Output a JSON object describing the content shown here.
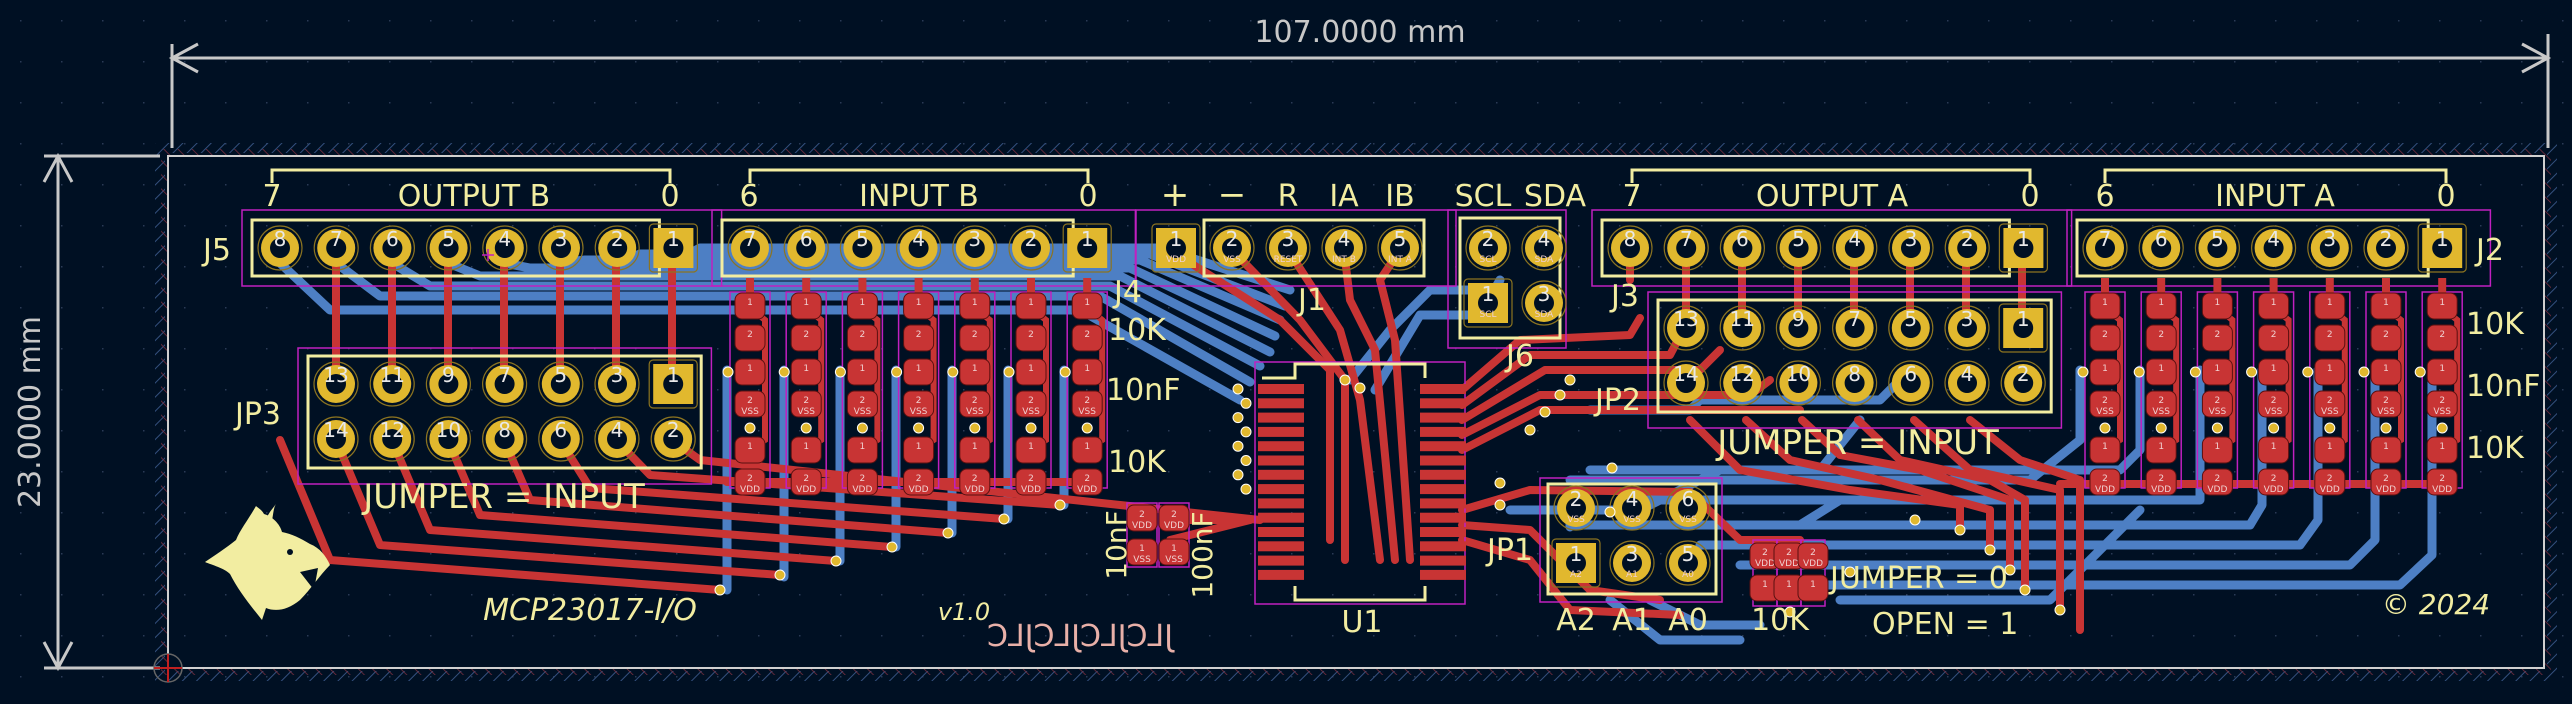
{
  "dimensions": {
    "width_label": "107.0000 mm",
    "height_label": "23.0000 mm"
  },
  "colors": {
    "background": "#001023",
    "front_copper": "#c83434",
    "back_copper": "#4d7fc4",
    "silkscreen": "#f2eda1",
    "pad": "#e1b82e",
    "courtyard": "#c020c0",
    "edge_cuts": "#d0d0d0",
    "back_silk": "#e8b0a8"
  },
  "connectors": {
    "J5": {
      "ref": "J5",
      "title": "OUTPUT B",
      "left_bit": "7",
      "right_bit": "0",
      "pins": [
        "8",
        "7",
        "6",
        "5",
        "4",
        "3",
        "2",
        "1"
      ]
    },
    "J4": {
      "ref": "J4",
      "title": "INPUT B",
      "left_bit": "6",
      "right_bit": "0",
      "pins": [
        "7",
        "6",
        "5",
        "4",
        "3",
        "2",
        "1"
      ]
    },
    "J1": {
      "ref": "J1",
      "labels": [
        "+",
        "−",
        "R",
        "IA",
        "IB"
      ],
      "pins": [
        "1",
        "2",
        "3",
        "4",
        "5"
      ],
      "pin_names": [
        "VDD",
        "VSS",
        "RESET",
        "INT B",
        "INT A"
      ]
    },
    "J6": {
      "ref": "J6",
      "labels": [
        "SCL",
        "SDA"
      ],
      "pins": [
        "2",
        "4",
        "1",
        "3"
      ],
      "pin_names": [
        "SCL",
        "SDA",
        "SCL",
        "SDA"
      ]
    },
    "J3": {
      "ref": "J3",
      "title": "OUTPUT A",
      "left_bit": "7",
      "right_bit": "0",
      "pins": [
        "8",
        "7",
        "6",
        "5",
        "4",
        "3",
        "2",
        "1"
      ]
    },
    "J2": {
      "ref": "J2",
      "title": "INPUT A",
      "left_bit": "6",
      "right_bit": "0",
      "pins": [
        "7",
        "6",
        "5",
        "4",
        "3",
        "2",
        "1"
      ]
    }
  },
  "jumpers": {
    "JP3": {
      "ref": "JP3",
      "caption": "JUMPER = INPUT",
      "top_pins": [
        "13",
        "11",
        "9",
        "7",
        "5",
        "3",
        "1"
      ],
      "bottom_pins": [
        "14",
        "12",
        "10",
        "8",
        "6",
        "4",
        "2"
      ]
    },
    "JP2": {
      "ref": "JP2",
      "caption": "JUMPER = INPUT",
      "top_pins": [
        "13",
        "11",
        "9",
        "7",
        "5",
        "3",
        "1"
      ],
      "bottom_pins": [
        "14",
        "12",
        "10",
        "8",
        "6",
        "4",
        "2"
      ]
    },
    "JP1": {
      "ref": "JP1",
      "top_pins": [
        "2",
        "4",
        "6"
      ],
      "bottom_pins": [
        "1",
        "3",
        "5"
      ],
      "top_names": [
        "VSS",
        "VSS",
        "VSS"
      ],
      "bottom_names": [
        "A2",
        "A1",
        "A0"
      ],
      "addr_labels": [
        "A2",
        "A1",
        "A0"
      ],
      "res_label": "10K",
      "note_jumper": "JUMPER = 0",
      "note_open": "OPEN = 1"
    }
  },
  "passives": {
    "b_r1": "10K",
    "b_c": "10nF",
    "b_r2": "10K",
    "a_r1": "10K",
    "a_c": "10nF",
    "a_r2": "10K",
    "dec_c1": "10nF",
    "dec_c2": "100nF",
    "pad_vdd": "VDD",
    "pad_vss": "VSS"
  },
  "ic": {
    "ref": "U1"
  },
  "board_text": {
    "title": "MCP23017-I/O",
    "version": "v1.0",
    "copyright": "© 2024",
    "back_marking": "JLCJLCJLCJLC"
  }
}
